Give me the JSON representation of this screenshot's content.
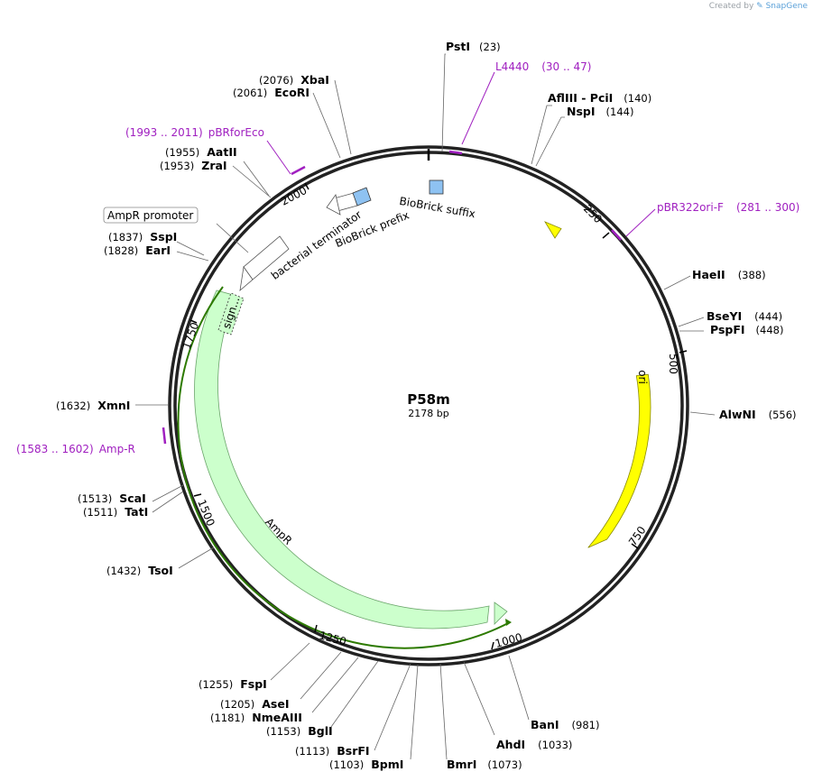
{
  "watermark": {
    "prefix": "Created by",
    "brand": "SnapGene"
  },
  "plasmid": {
    "name": "P58m",
    "length_label": "2178 bp"
  },
  "ticks": [
    "250",
    "500",
    "750",
    "1000",
    "1250",
    "1500",
    "1750",
    "2000"
  ],
  "sites": [
    {
      "id": "psti",
      "name": "PstI",
      "pos": "(23)"
    },
    {
      "id": "afliii",
      "name": "AflIII   - PciI",
      "pos": "(140)"
    },
    {
      "id": "nspi",
      "name": "NspI",
      "pos": "(144)"
    },
    {
      "id": "haeii",
      "name": "HaeII",
      "pos": "(388)"
    },
    {
      "id": "bseyi",
      "name": "BseYI",
      "pos": "(444)"
    },
    {
      "id": "pspfi",
      "name": "PspFI",
      "pos": "(448)"
    },
    {
      "id": "alwni",
      "name": "AlwNI",
      "pos": "(556)"
    },
    {
      "id": "bani",
      "name": "BanI",
      "pos": "(981)"
    },
    {
      "id": "ahdi",
      "name": "AhdI",
      "pos": "(1033)"
    },
    {
      "id": "bmri",
      "name": "BmrI",
      "pos": "(1073)"
    },
    {
      "id": "bpmi",
      "name": "BpmI",
      "pos": "(1103)"
    },
    {
      "id": "bsrfi",
      "name": "BsrFI",
      "pos": "(1113)"
    },
    {
      "id": "bgli",
      "name": "BglI",
      "pos": "(1153)"
    },
    {
      "id": "nmeaiii",
      "name": "NmeAIII",
      "pos": "(1181)"
    },
    {
      "id": "asei",
      "name": "AseI",
      "pos": "(1205)"
    },
    {
      "id": "fspi",
      "name": "FspI",
      "pos": "(1255)"
    },
    {
      "id": "tsoi",
      "name": "TsoI",
      "pos": "(1432)"
    },
    {
      "id": "tati",
      "name": "TatI",
      "pos": "(1511)"
    },
    {
      "id": "scai",
      "name": "ScaI",
      "pos": "(1513)"
    },
    {
      "id": "xmni",
      "name": "XmnI",
      "pos": "(1632)"
    },
    {
      "id": "eari",
      "name": "EarI",
      "pos": "(1828)"
    },
    {
      "id": "sspi",
      "name": "SspI",
      "pos": "(1837)"
    },
    {
      "id": "zrai",
      "name": "ZraI",
      "pos": "(1953)"
    },
    {
      "id": "aatii",
      "name": "AatII",
      "pos": "(1955)"
    },
    {
      "id": "ecori",
      "name": "EcoRI",
      "pos": "(2061)"
    },
    {
      "id": "xbai",
      "name": "XbaI",
      "pos": "(2076)"
    }
  ],
  "primers": [
    {
      "id": "l4440",
      "name": "L4440",
      "range": "(30 .. 47)"
    },
    {
      "id": "pbr322ori",
      "name": "pBR322ori-F",
      "range": "(281 .. 300)"
    },
    {
      "id": "ampr-primer",
      "name": "Amp-R",
      "range": "(1583 .. 1602)"
    },
    {
      "id": "pbrforeco",
      "name": "pBRforEco",
      "range": "(1993 .. 2011)"
    }
  ],
  "features": {
    "ori": "ori",
    "ampr": "AmpR",
    "sign": "sign...",
    "term": "bacterial terminator",
    "prefix": "BioBrick prefix",
    "suffix": "BioBrick suffix",
    "promoter": "AmpR promoter"
  },
  "colors": {
    "ori": "#ffff00",
    "ampr_fill": "#ccffcc",
    "ampr_line": "#2d7a00",
    "biobrick": "#8ec2f2",
    "primer": "#a020c0"
  }
}
